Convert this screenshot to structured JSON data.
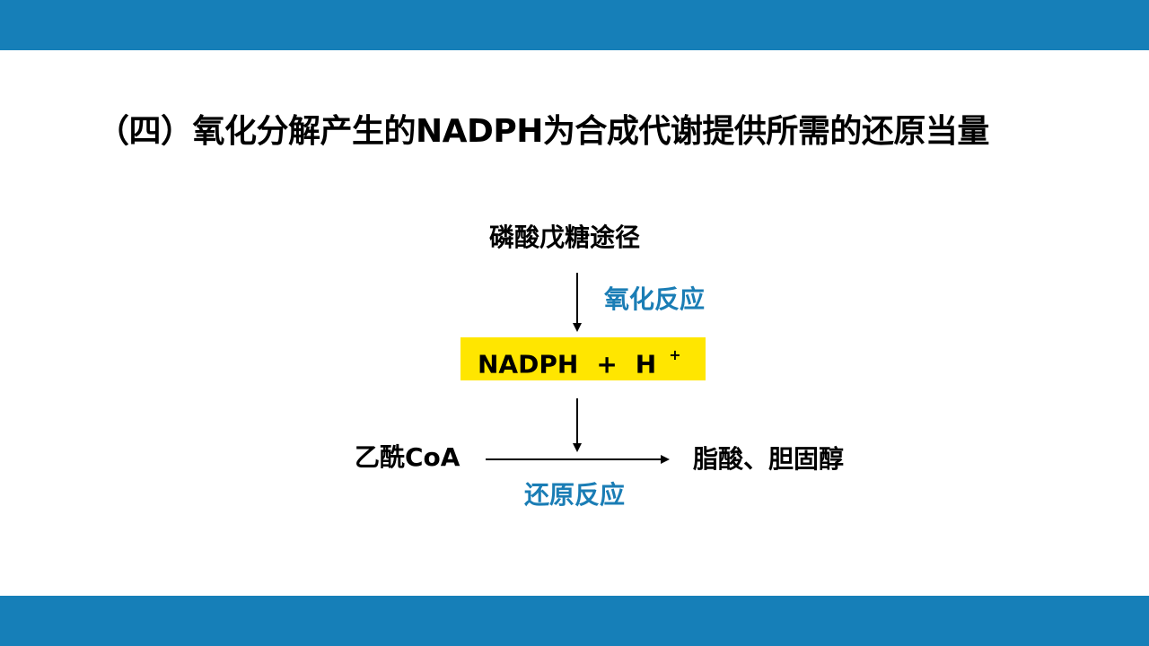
{
  "slide": {
    "title": "（四）氧化分解产生的NADPH为合成代谢提供所需的还原当量"
  },
  "diagram": {
    "pathway": "磷酸戊糖途径",
    "oxidation_label": "氧化反应",
    "nadph": "NADPH",
    "plus": "+",
    "proton": "H",
    "proton_charge": "+",
    "substrate": "乙酰CoA",
    "products": "脂酸、胆固醇",
    "reduction_label": "还原反应"
  },
  "colors": {
    "band": "#167fb8",
    "reaction_text": "#1a7db5",
    "highlight": "#ffe600"
  }
}
